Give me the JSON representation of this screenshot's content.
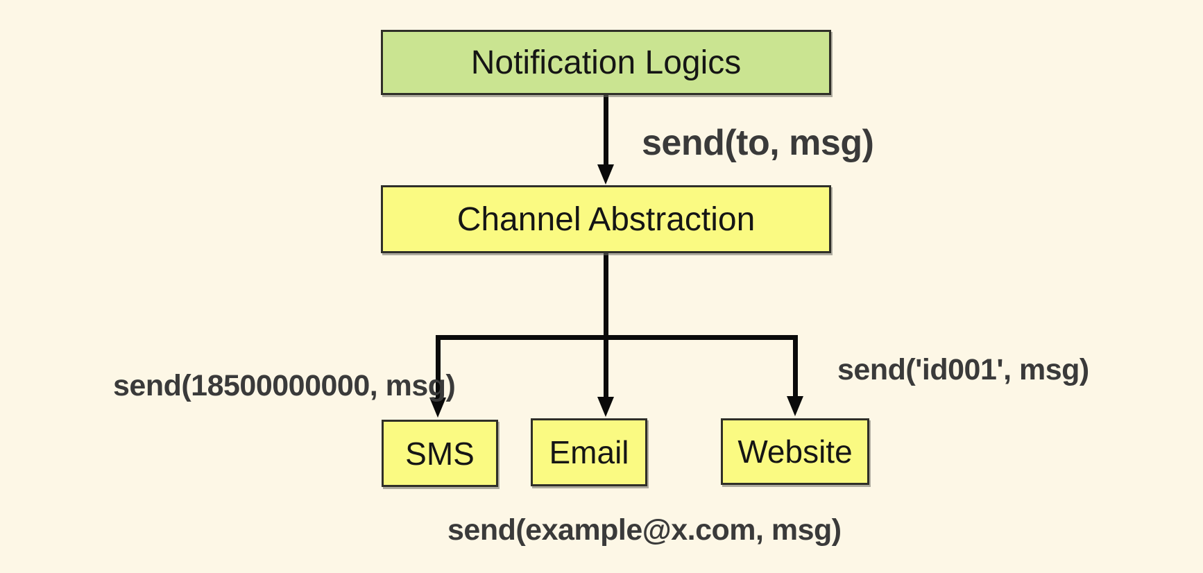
{
  "background_color": "#fdf7e6",
  "colors": {
    "node_green_fill": "#cae491",
    "node_yellow_fill": "#fafa82",
    "node_border": "#2f2f28",
    "arrow_line": "#0a0a0a",
    "node_text": "#151515",
    "edge_label_text": "#3a3a3a"
  },
  "diagram": {
    "nodes": [
      {
        "id": "notification-logics",
        "label": "Notification Logics",
        "fill": "#cae491"
      },
      {
        "id": "channel-abstraction",
        "label": "Channel Abstraction",
        "fill": "#fafa82"
      },
      {
        "id": "sms",
        "label": "SMS",
        "fill": "#fafa82"
      },
      {
        "id": "email",
        "label": "Email",
        "fill": "#fafa82"
      },
      {
        "id": "website",
        "label": "Website",
        "fill": "#fafa82"
      }
    ],
    "edges": [
      {
        "from": "notification-logics",
        "to": "channel-abstraction"
      },
      {
        "from": "channel-abstraction",
        "to": "sms"
      },
      {
        "from": "channel-abstraction",
        "to": "email"
      },
      {
        "from": "channel-abstraction",
        "to": "website"
      }
    ],
    "edge_labels": [
      {
        "id": "send-generic",
        "text": "send(to, msg)"
      },
      {
        "id": "send-sms",
        "text": "send(18500000000, msg)"
      },
      {
        "id": "send-website",
        "text": "send('id001', msg)"
      },
      {
        "id": "send-email",
        "text": "send(example@x.com, msg)"
      }
    ]
  }
}
